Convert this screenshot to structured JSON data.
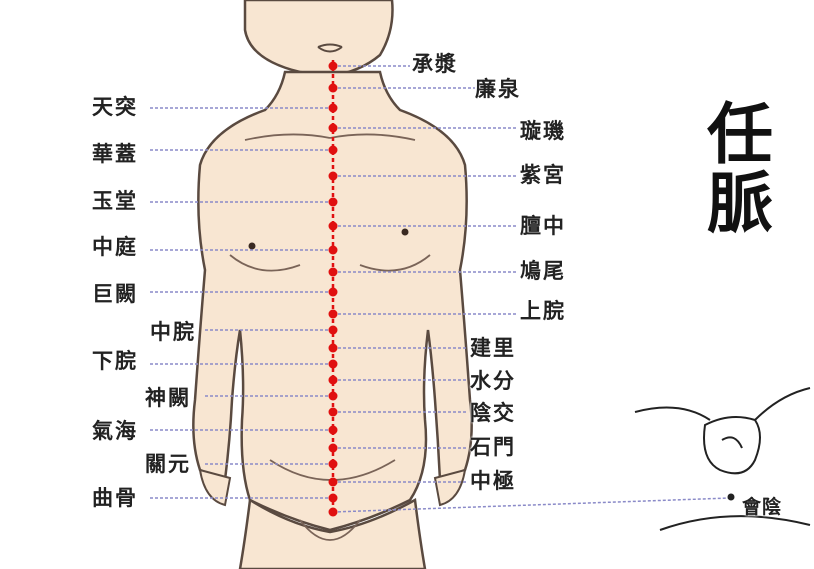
{
  "title": {
    "line1": "任",
    "line2": "脈"
  },
  "acupoints_right": [
    {
      "label": "承漿"
    },
    {
      "label": "廉泉"
    },
    {
      "label": "璇璣"
    },
    {
      "label": "紫宮"
    },
    {
      "label": "膻中"
    },
    {
      "label": "鳩尾"
    },
    {
      "label": "上脘"
    },
    {
      "label": "建里"
    },
    {
      "label": "水分"
    },
    {
      "label": "陰交"
    },
    {
      "label": "石門"
    },
    {
      "label": "中極"
    }
  ],
  "acupoints_left": [
    {
      "label": "天突"
    },
    {
      "label": "華蓋"
    },
    {
      "label": "玉堂"
    },
    {
      "label": "中庭"
    },
    {
      "label": "巨闕"
    },
    {
      "label": "中脘"
    },
    {
      "label": "下脘"
    },
    {
      "label": "神闕"
    },
    {
      "label": "氣海"
    },
    {
      "label": "關元"
    },
    {
      "label": "曲骨"
    }
  ],
  "perineum_point": {
    "label": "會陰"
  },
  "colors": {
    "meridian": "#e01010",
    "guide_line": "#8a8ac8",
    "skin": "#f8e6d2",
    "outline": "#5a4a40"
  }
}
